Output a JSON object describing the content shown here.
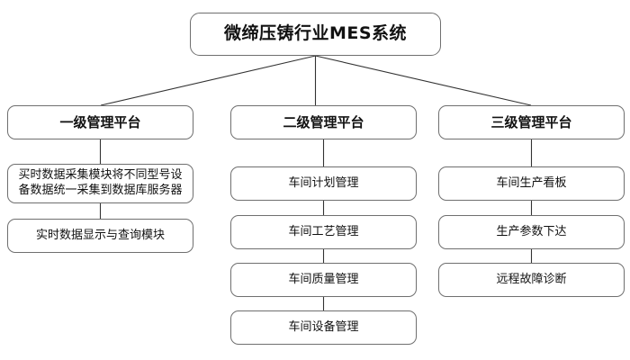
{
  "diagram": {
    "title_node": {
      "label": "微缔压铸行业MES系统"
    },
    "branches": [
      {
        "id": "level-1",
        "label": "一级管理平台",
        "children": [
          {
            "id": "l1-c1",
            "label": "买时数据采集模块将不同型号设\n备数据统一采集到数据库服务器"
          },
          {
            "id": "l1-c2",
            "label": "实时数据显示与查询模块"
          }
        ]
      },
      {
        "id": "level-2",
        "label": "二级管理平台",
        "children": [
          {
            "id": "l2-c1",
            "label": "车间计划管理"
          },
          {
            "id": "l2-c2",
            "label": "车间工艺管理"
          },
          {
            "id": "l2-c3",
            "label": "车间质量管理"
          },
          {
            "id": "l2-c4",
            "label": "车间设备管理"
          }
        ]
      },
      {
        "id": "level-3",
        "label": "三级管理平台",
        "children": [
          {
            "id": "l3-c1",
            "label": "车间生产看板"
          },
          {
            "id": "l3-c2",
            "label": "生产参数下达"
          },
          {
            "id": "l3-c3",
            "label": "远程故障诊断"
          }
        ]
      }
    ],
    "style": {
      "background_color": "#ffffff",
      "box_border_color": "#6f6f6f",
      "connector_color": "#333333",
      "text_color": "#111111"
    }
  }
}
